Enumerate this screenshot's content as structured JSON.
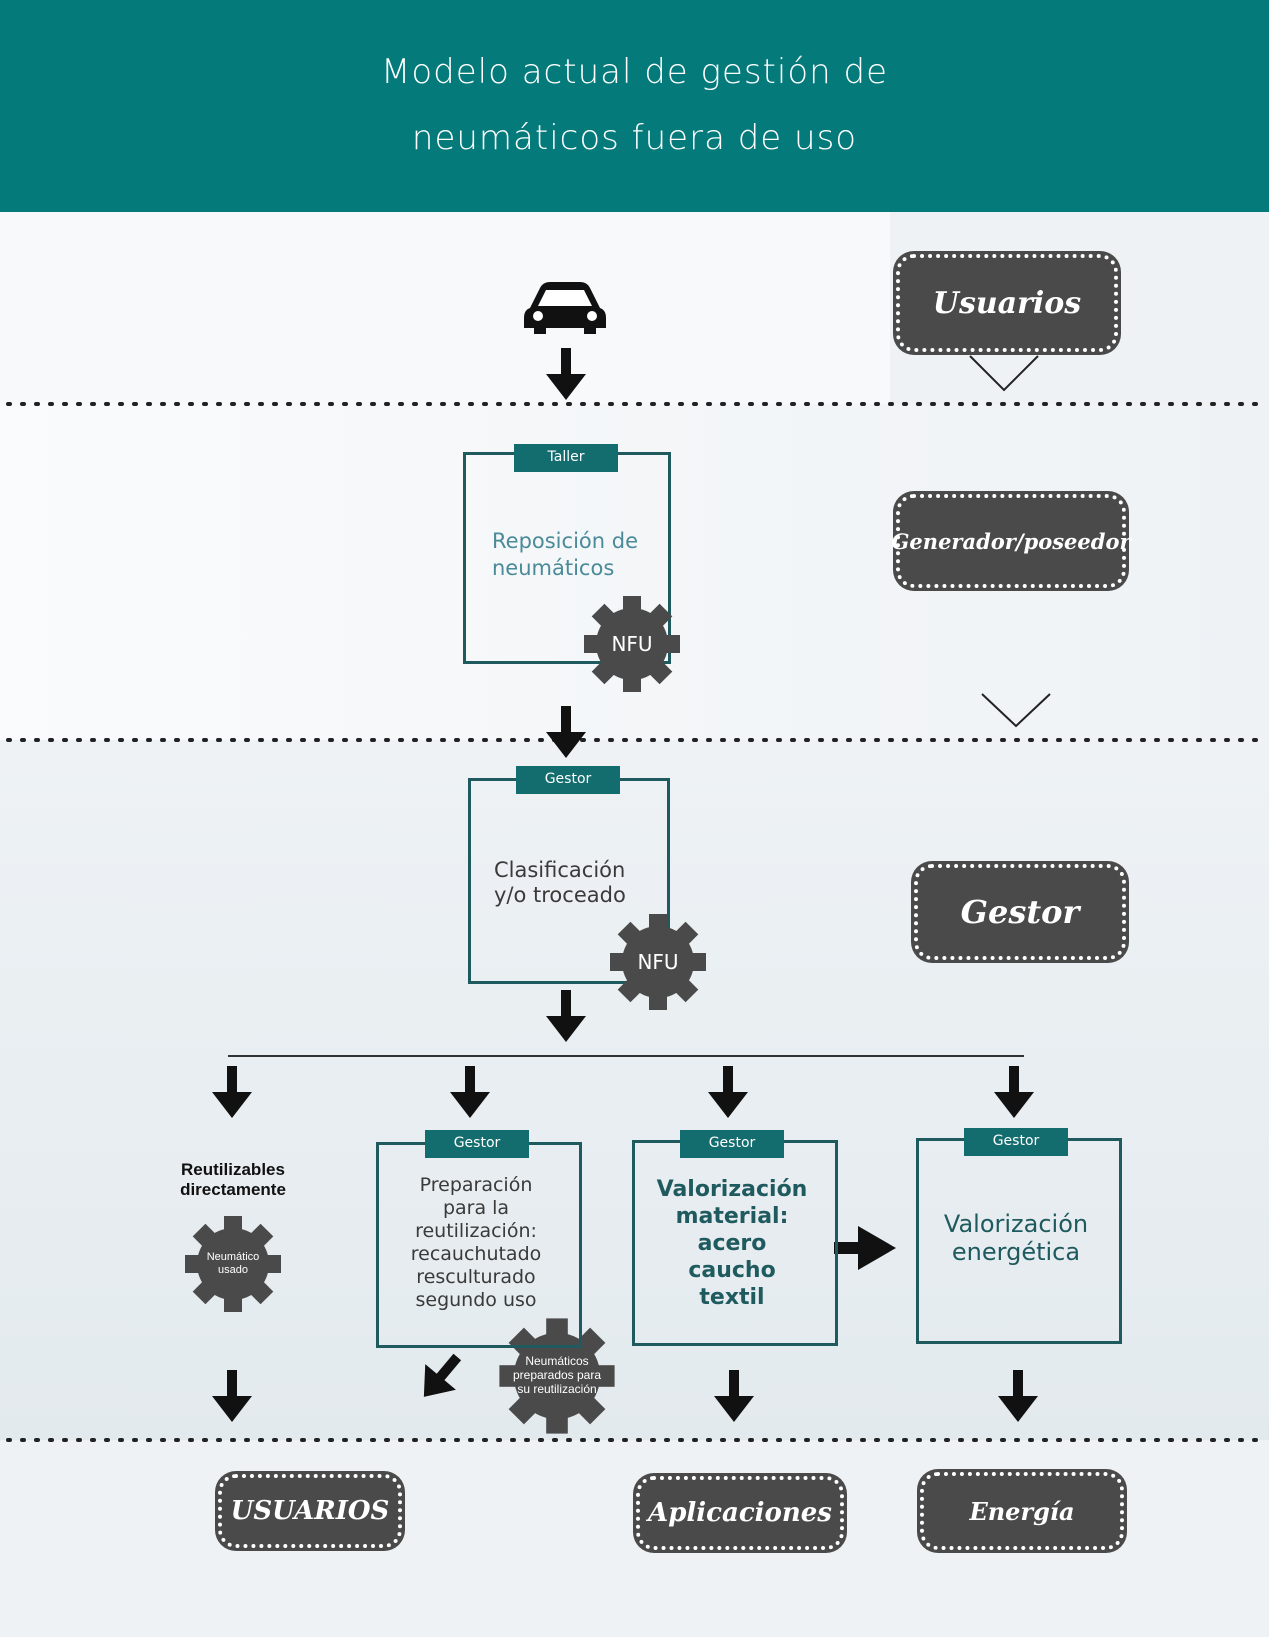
{
  "title": {
    "line1": "Modelo actual de gestión de",
    "line2": "neumáticos fuera de uso"
  },
  "icons": {
    "car": "car-icon",
    "gear": "gear-icon",
    "arrow": "arrow-down-icon",
    "chevron": "chevron-down-icon"
  },
  "colors": {
    "header": "#057a7b",
    "tag": "#136c6e",
    "box_border": "#1f5a5e",
    "stamp": "#4a4a4a",
    "gear": "#4a4a4a",
    "text_teal": "#4a8a99"
  },
  "roles": {
    "usuarios": "Usuarios",
    "generador": "Generador/poseedor",
    "gestor": "Gestor"
  },
  "taller_box": {
    "tag": "Taller",
    "text": "Reposición de neumáticos",
    "gear": "NFU"
  },
  "gestor_box": {
    "tag": "Gestor",
    "line1": "Clasificación",
    "line2": "y/o troceado",
    "gear": "NFU"
  },
  "reutilizables": {
    "line1": "Reutilizables",
    "line2": "directamente",
    "gear_line1": "Neumático",
    "gear_line2": "usado"
  },
  "preparacion_box": {
    "tag": "Gestor",
    "lines": [
      "Preparación",
      "para la",
      "reutilización:",
      "recauchutado",
      "resculturado",
      "segundo uso"
    ],
    "gear_lines": [
      "Neumáticos",
      "preparados para",
      "su reutilización"
    ]
  },
  "material_box": {
    "tag": "Gestor",
    "lines": [
      "Valorización",
      "material:",
      "acero",
      "caucho",
      "textil"
    ]
  },
  "energetica_box": {
    "tag": "Gestor",
    "lines": [
      "Valorización",
      "energética"
    ]
  },
  "outputs": {
    "usuarios": "USUARIOS",
    "aplicaciones": "Aplicaciones",
    "energia": "Energía"
  }
}
